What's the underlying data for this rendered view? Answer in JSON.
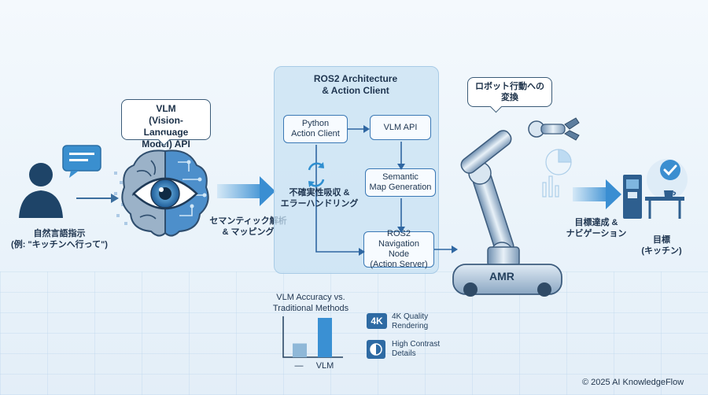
{
  "input": {
    "label_line1": "自然言語指示",
    "label_line2": "(例: \"キッチンへ行って\")"
  },
  "vlm": {
    "bubble_line1": "VLM",
    "bubble_line2": "(Vision-Language",
    "bubble_line3": "Model) API"
  },
  "arrow1_label": {
    "line1": "セマンティック解析",
    "line2": "& マッピング"
  },
  "architecture": {
    "title_line1": "ROS2 Architecture",
    "title_line2": "& Action Client",
    "python_client_line1": "Python",
    "python_client_line2": "Action Client",
    "vlm_api": "VLM API",
    "semantic_line1": "Semantic",
    "semantic_line2": "Map Generation",
    "ros2_line1": "ROS2",
    "ros2_line2": "Navigation Node",
    "ros2_line3": "(Action Server)",
    "uncertainty_line1": "不確実性吸収 &",
    "uncertainty_line2": "エラーハンドリング"
  },
  "robot": {
    "bubble_line1": "ロボット行動への",
    "bubble_line2": "変換",
    "base_label": "AMR"
  },
  "goal_arrow": {
    "line1": "目標達成 &",
    "line2": "ナビゲーション"
  },
  "goal": {
    "line1": "目標",
    "line2": "(キッチン)"
  },
  "chart_data": {
    "type": "bar",
    "title": "VLM Accuracy vs.\nTraditional Methods",
    "categories": [
      "—",
      "VLM"
    ],
    "values": [
      0.35,
      1.0
    ],
    "colors": [
      "#8fb8d8",
      "#3a90d3"
    ],
    "ylim": [
      0,
      1
    ],
    "title_line1": "VLM Accuracy vs.",
    "title_line2": "Traditional Methods"
  },
  "legend": {
    "badge": "4K",
    "quality_line1": "4K Quality",
    "quality_line2": "Rendering",
    "contrast_line1": "High Contrast",
    "contrast_line2": "Details"
  },
  "footer": {
    "copyright": "© 2025 AI KnowledgeFlow"
  }
}
